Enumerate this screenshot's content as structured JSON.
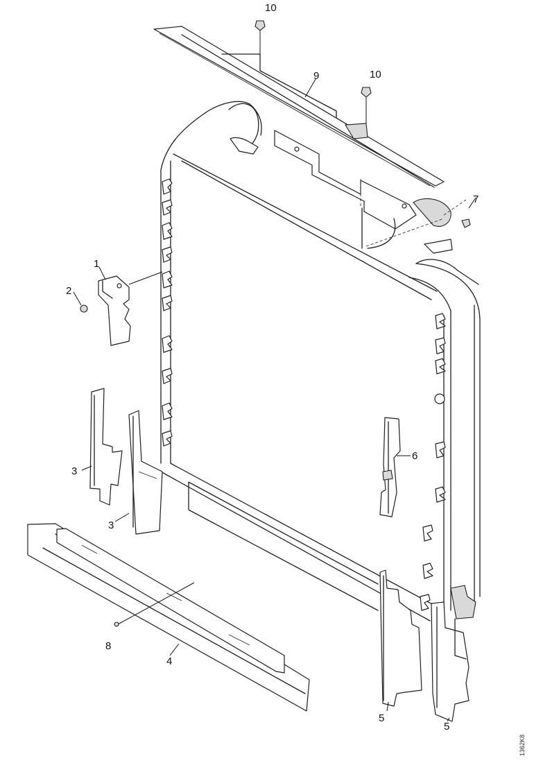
{
  "callouts": {
    "c1": "1",
    "c2": "2",
    "c3a": "3",
    "c3b": "3",
    "c4": "4",
    "c5a": "5",
    "c5b": "5",
    "c6": "6",
    "c7": "7",
    "c8": "8",
    "c9": "9",
    "c10a": "10",
    "c10b": "10"
  },
  "reference_id": "1362K8"
}
